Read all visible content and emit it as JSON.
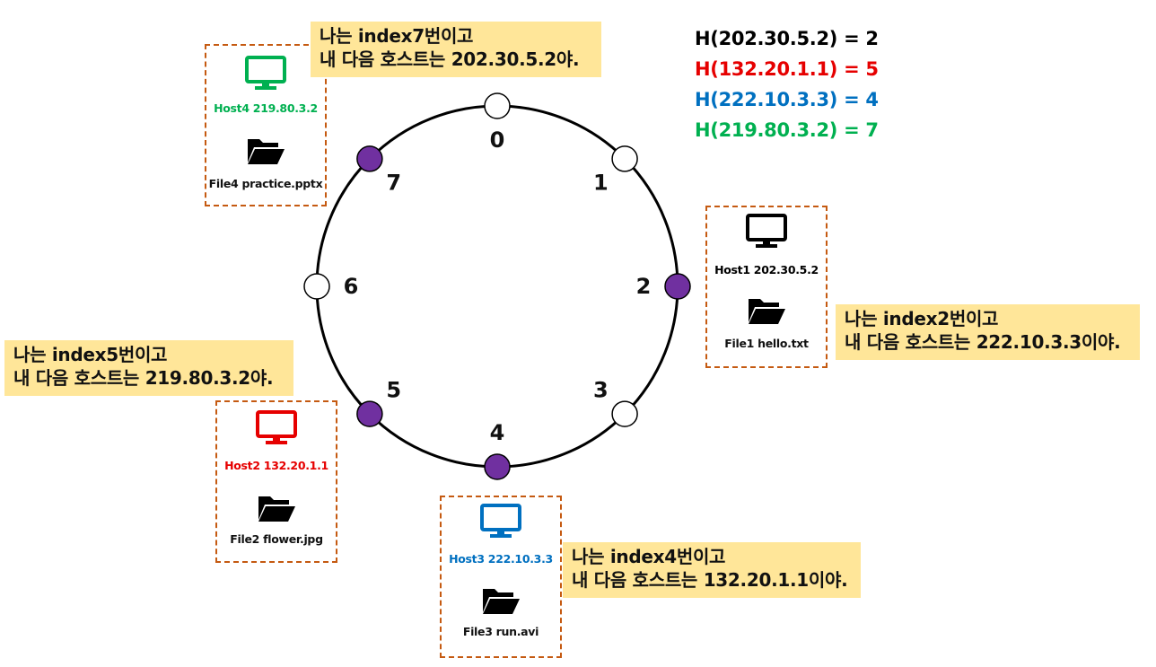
{
  "hashes": [
    {
      "text": "H(202.30.5.2) = 2",
      "color": "#000000"
    },
    {
      "text": "H(132.20.1.1) = 5",
      "color": "#e60000"
    },
    {
      "text": "H(222.10.3.3) = 4",
      "color": "#0070c0"
    },
    {
      "text": "H(219.80.3.2) = 7",
      "color": "#00b050"
    }
  ],
  "ring": {
    "nodes": [
      {
        "index": "0",
        "filled": false
      },
      {
        "index": "1",
        "filled": false
      },
      {
        "index": "2",
        "filled": true
      },
      {
        "index": "3",
        "filled": false
      },
      {
        "index": "4",
        "filled": true
      },
      {
        "index": "5",
        "filled": true
      },
      {
        "index": "6",
        "filled": false
      },
      {
        "index": "7",
        "filled": true
      }
    ],
    "filled_color": "#7030a0"
  },
  "hosts": {
    "host1": {
      "label": "Host1 202.30.5.2",
      "file": "File1 hello.txt",
      "color": "#000000",
      "icon": "monitor-icon"
    },
    "host2": {
      "label": "Host2 132.20.1.1",
      "file": "File2 flower.jpg",
      "color": "#e60000",
      "icon": "monitor-icon"
    },
    "host3": {
      "label": "Host3 222.10.3.3",
      "file": "File3 run.avi",
      "color": "#0070c0",
      "icon": "monitor-icon"
    },
    "host4": {
      "label": "Host4 219.80.3.2",
      "file": "File4 practice.pptx",
      "color": "#00b050",
      "icon": "monitor-icon"
    }
  },
  "notes": {
    "index7": {
      "line1": "나는 index7번이고",
      "line2": "내 다음 호스트는 202.30.5.2야."
    },
    "index2": {
      "line1": "나는 index2번이고",
      "line2": "내 다음 호스트는 222.10.3.3이야."
    },
    "index5": {
      "line1": "나는 index5번이고",
      "line2": "내 다음 호스트는 219.80.3.2야."
    },
    "index4": {
      "line1": "나는 index4번이고",
      "line2": "내 다음 호스트는 132.20.1.1이야."
    }
  }
}
